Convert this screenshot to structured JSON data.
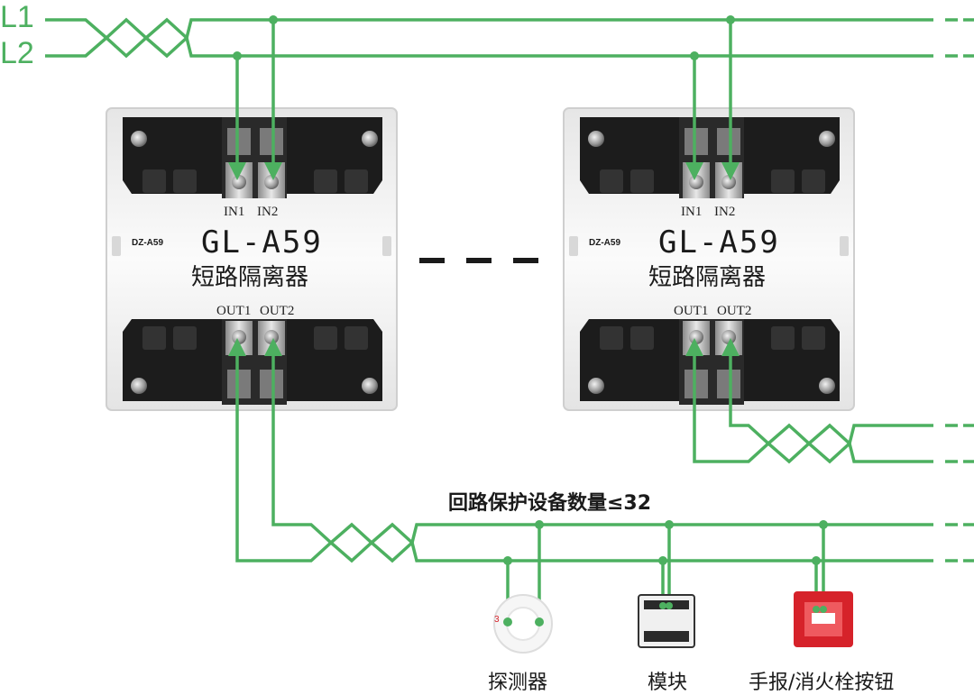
{
  "lines": {
    "l1": "L1",
    "l2": "L2"
  },
  "modules": [
    {
      "brand": "DZ-A59",
      "model": "GL-A59",
      "name": "短路隔离器",
      "in1": "IN1",
      "in2": "IN2",
      "out1": "OUT1",
      "out2": "OUT2"
    },
    {
      "brand": "DZ-A59",
      "model": "GL-A59",
      "name": "短路隔离器",
      "in1": "IN1",
      "in2": "IN2",
      "out1": "OUT1",
      "out2": "OUT2"
    }
  ],
  "loop_note": "回路保护设备数量≤32",
  "devices": {
    "detector": "探测器",
    "module": "模块",
    "call_point": "手报/消火栓按钮"
  },
  "colors": {
    "wire": "#4db060",
    "terminal_block": "#1c1c1c",
    "housing": "#f2f2f2",
    "call_point": "#d6222a"
  }
}
